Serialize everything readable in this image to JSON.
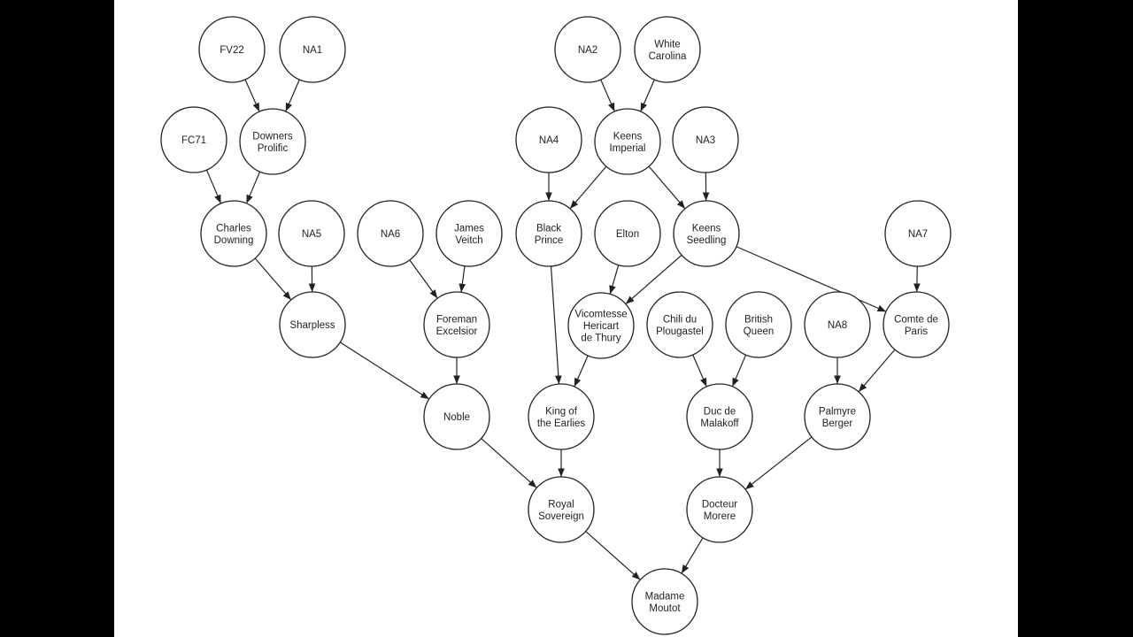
{
  "diagram": {
    "type": "pedigree",
    "nodes": [
      {
        "id": "fv22",
        "lines": [
          "FV22"
        ]
      },
      {
        "id": "na1",
        "lines": [
          "NA1"
        ]
      },
      {
        "id": "fc71",
        "lines": [
          "FC71"
        ]
      },
      {
        "id": "downers",
        "lines": [
          "Downers",
          "Prolific"
        ]
      },
      {
        "id": "na2",
        "lines": [
          "NA2"
        ]
      },
      {
        "id": "white",
        "lines": [
          "White",
          "Carolina"
        ]
      },
      {
        "id": "na4",
        "lines": [
          "NA4"
        ]
      },
      {
        "id": "keensimp",
        "lines": [
          "Keens",
          "Imperial"
        ]
      },
      {
        "id": "na3",
        "lines": [
          "NA3"
        ]
      },
      {
        "id": "charles",
        "lines": [
          "Charles",
          "Downing"
        ]
      },
      {
        "id": "na5",
        "lines": [
          "NA5"
        ]
      },
      {
        "id": "na6",
        "lines": [
          "NA6"
        ]
      },
      {
        "id": "james",
        "lines": [
          "James",
          "Veitch"
        ]
      },
      {
        "id": "black",
        "lines": [
          "Black",
          "Prince"
        ]
      },
      {
        "id": "elton",
        "lines": [
          "Elton"
        ]
      },
      {
        "id": "keensseed",
        "lines": [
          "Keens",
          "Seedling"
        ]
      },
      {
        "id": "na7",
        "lines": [
          "NA7"
        ]
      },
      {
        "id": "sharpless",
        "lines": [
          "Sharpless"
        ]
      },
      {
        "id": "foreman",
        "lines": [
          "Foreman",
          "Excelsior"
        ]
      },
      {
        "id": "vicomtesse",
        "lines": [
          "Vicomtesse",
          "Hericart",
          "de Thury"
        ]
      },
      {
        "id": "chili",
        "lines": [
          "Chili du",
          "Plougastel"
        ]
      },
      {
        "id": "british",
        "lines": [
          "British",
          "Queen"
        ]
      },
      {
        "id": "na8",
        "lines": [
          "NA8"
        ]
      },
      {
        "id": "comte",
        "lines": [
          "Comte de",
          "Paris"
        ]
      },
      {
        "id": "noble",
        "lines": [
          "Noble"
        ]
      },
      {
        "id": "king",
        "lines": [
          "King of",
          "the Earlies"
        ]
      },
      {
        "id": "duc",
        "lines": [
          "Duc de",
          "Malakoff"
        ]
      },
      {
        "id": "palmyre",
        "lines": [
          "Palmyre",
          "Berger"
        ]
      },
      {
        "id": "royal",
        "lines": [
          "Royal",
          "Sovereign"
        ]
      },
      {
        "id": "docteur",
        "lines": [
          "Docteur",
          "Morere"
        ]
      },
      {
        "id": "madame",
        "lines": [
          "Madame",
          "Moutot"
        ]
      }
    ],
    "edges": [
      [
        "fv22",
        "downers"
      ],
      [
        "na1",
        "downers"
      ],
      [
        "fc71",
        "charles"
      ],
      [
        "downers",
        "charles"
      ],
      [
        "na2",
        "keensimp"
      ],
      [
        "white",
        "keensimp"
      ],
      [
        "na4",
        "black"
      ],
      [
        "keensimp",
        "black"
      ],
      [
        "keensimp",
        "keensseed"
      ],
      [
        "na3",
        "keensseed"
      ],
      [
        "charles",
        "sharpless"
      ],
      [
        "na5",
        "sharpless"
      ],
      [
        "na6",
        "foreman"
      ],
      [
        "james",
        "foreman"
      ],
      [
        "elton",
        "vicomtesse"
      ],
      [
        "keensseed",
        "vicomtesse"
      ],
      [
        "keensseed",
        "comte"
      ],
      [
        "na7",
        "comte"
      ],
      [
        "sharpless",
        "noble"
      ],
      [
        "foreman",
        "noble"
      ],
      [
        "black",
        "king"
      ],
      [
        "vicomtesse",
        "king"
      ],
      [
        "chili",
        "duc"
      ],
      [
        "british",
        "duc"
      ],
      [
        "na8",
        "palmyre"
      ],
      [
        "comte",
        "palmyre"
      ],
      [
        "noble",
        "royal"
      ],
      [
        "king",
        "royal"
      ],
      [
        "duc",
        "docteur"
      ],
      [
        "palmyre",
        "docteur"
      ],
      [
        "royal",
        "madame"
      ],
      [
        "docteur",
        "madame"
      ]
    ]
  }
}
